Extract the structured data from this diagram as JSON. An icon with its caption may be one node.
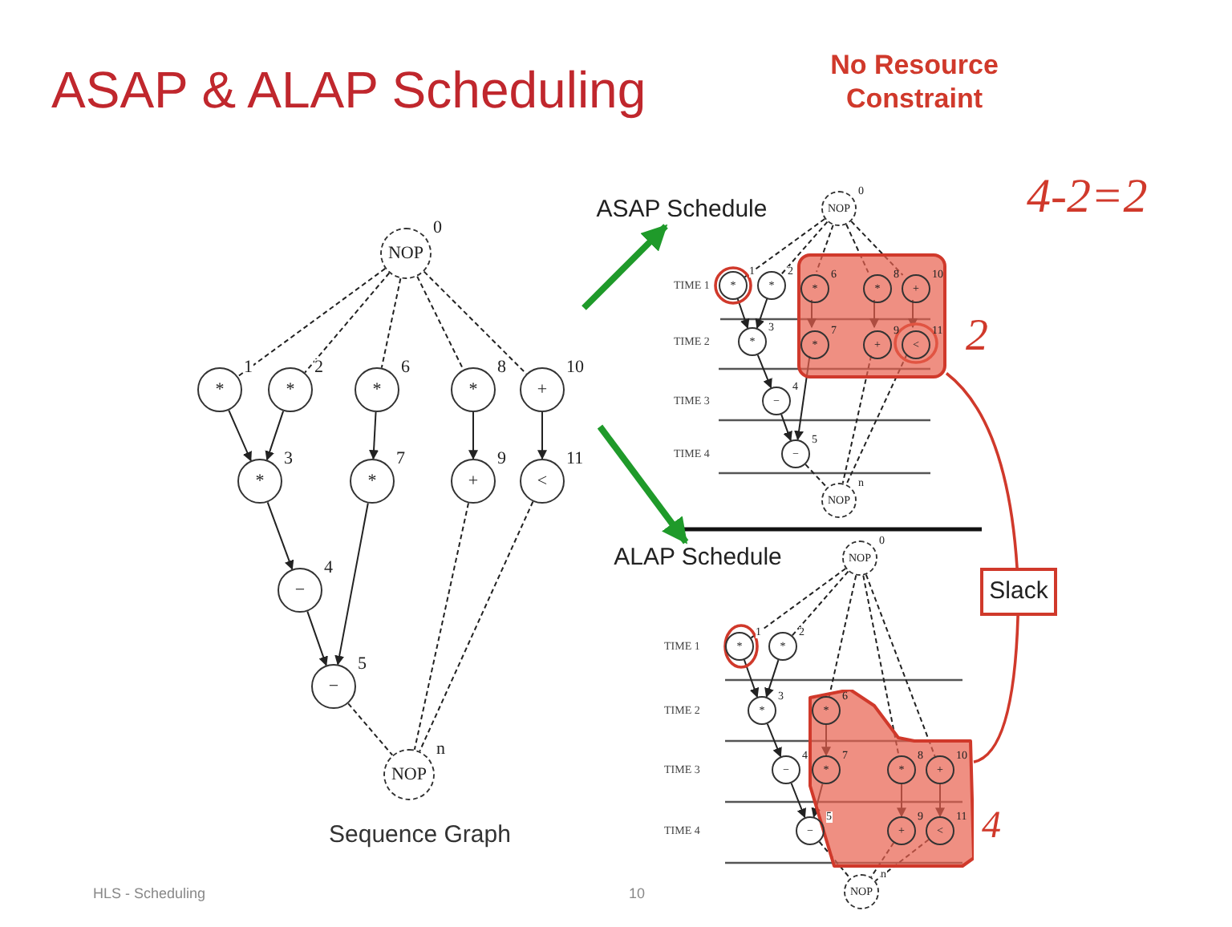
{
  "diagram": {
    "title": "ASAP & ALAP Scheduling",
    "nodes": [
      {
        "text": [
          "NOP"
        ],
        "beside": [
          "0"
        ]
      },
      {
        "text": [
          "*"
        ],
        "beside": [
          "1"
        ]
      },
      {
        "text": [
          "*"
        ],
        "beside": [
          "2"
        ]
      },
      {
        "text": [
          "*"
        ],
        "beside": [
          "6"
        ]
      },
      {
        "text": [
          "*"
        ],
        "beside": [
          "8"
        ]
      },
      {
        "text": [
          "+"
        ],
        "beside": [
          "10"
        ]
      },
      {
        "text": [
          "*"
        ],
        "beside": [
          "3"
        ]
      },
      {
        "text": [
          "*"
        ],
        "beside": [
          "7"
        ]
      },
      {
        "text": [
          "+"
        ],
        "beside": [
          "9"
        ]
      },
      {
        "text": [
          "<"
        ],
        "beside": [
          "11"
        ]
      },
      {
        "text": [
          "−"
        ],
        "beside": [
          "4"
        ]
      },
      {
        "text": [
          "−"
        ],
        "beside": [
          "5"
        ]
      },
      {
        "text": [
          "NOP"
        ],
        "beside": [
          "n"
        ]
      },
      {
        "text": [
          "ASAP Schedule"
        ]
      },
      {
        "text": [],
        "shape": "box"
      },
      {
        "text": [
          "*"
        ],
        "beside": [
          "6"
        ],
        "in": 14
      },
      {
        "text": [
          "*"
        ],
        "beside": [
          "8"
        ],
        "in": 14
      },
      {
        "text": [
          "+"
        ],
        "beside": [
          "10"
        ],
        "in": 14
      },
      {
        "text": [
          "*"
        ],
        "beside": [
          "7"
        ],
        "in": 14
      },
      {
        "text": [
          "+"
        ],
        "beside": [
          "9"
        ],
        "in": 14
      },
      {
        "text": [
          "<"
        ],
        "beside": [
          "11"
        ],
        "in": 14
      },
      {
        "text": [
          "NOP"
        ],
        "beside": [
          "0"
        ]
      },
      {
        "text": [
          "*"
        ],
        "beside": [
          "1"
        ]
      },
      {
        "text": [
          "*"
        ],
        "beside": [
          "2"
        ]
      },
      {
        "text": [
          "*"
        ],
        "beside": [
          "3"
        ]
      },
      {
        "text": [
          "−"
        ],
        "beside": [
          "4"
        ]
      },
      {
        "text": [
          "−"
        ],
        "beside": [
          "5"
        ]
      },
      {
        "text": [
          "NOP"
        ],
        "beside": [
          "n"
        ]
      },
      {
        "text": [
          "Slack"
        ]
      },
      {
        "text": [
          "ALAP Schedule"
        ]
      },
      {
        "text": [],
        "shape": "box"
      },
      {
        "text": [
          "*"
        ],
        "beside": [
          "6"
        ],
        "in": 30
      },
      {
        "text": [
          "*"
        ],
        "beside": [
          "8"
        ],
        "in": 30
      },
      {
        "text": [
          "+"
        ],
        "beside": [
          "10"
        ],
        "in": 30
      },
      {
        "text": [
          "*"
        ],
        "beside": [
          "7"
        ],
        "in": 30
      },
      {
        "text": [
          "+"
        ],
        "beside": [
          "9"
        ],
        "in": 30
      },
      {
        "text": [
          "<"
        ],
        "beside": [
          "11"
        ],
        "in": 30
      },
      {
        "text": [
          "NOP"
        ],
        "beside": [
          "0"
        ]
      },
      {
        "text": [
          "*"
        ],
        "beside": [
          "1"
        ]
      },
      {
        "text": [
          "*"
        ],
        "beside": [
          "2"
        ]
      },
      {
        "text": [
          "*"
        ],
        "beside": [
          "3"
        ]
      },
      {
        "text": [
          "−"
        ],
        "beside": [
          "4"
        ]
      },
      {
        "text": [
          "−"
        ],
        "beside": [
          "5"
        ]
      },
      {
        "text": [
          "NOP"
        ],
        "beside": [
          "n"
        ]
      }
    ],
    "edges": [
      {
        "from": 0,
        "to": 1,
        "arrow": "none",
        "style": "dashed"
      },
      {
        "from": 0,
        "to": 2,
        "arrow": "none",
        "style": "dashed"
      },
      {
        "from": 0,
        "to": 3,
        "arrow": "none",
        "style": "dashed"
      },
      {
        "from": 0,
        "to": 4,
        "arrow": "none",
        "style": "dashed"
      },
      {
        "from": 0,
        "to": 5,
        "arrow": "none",
        "style": "dashed"
      },
      {
        "from": 1,
        "to": 6,
        "arrow": "to"
      },
      {
        "from": 2,
        "to": 6,
        "arrow": "to"
      },
      {
        "from": 6,
        "to": 10,
        "arrow": "to"
      },
      {
        "from": 10,
        "to": 11,
        "arrow": "to"
      },
      {
        "from": 3,
        "to": 7,
        "arrow": "to"
      },
      {
        "from": 7,
        "to": 11,
        "arrow": "to"
      },
      {
        "from": 4,
        "to": 8,
        "arrow": "to"
      },
      {
        "from": 5,
        "to": 9,
        "arrow": "to"
      },
      {
        "from": 11,
        "to": 12,
        "arrow": "none",
        "style": "dashed"
      },
      {
        "from": 8,
        "to": 12,
        "arrow": "none",
        "style": "dashed"
      },
      {
        "from": 9,
        "to": 12,
        "arrow": "none",
        "style": "dashed"
      },
      {
        "from": 21,
        "to": 22,
        "arrow": "none",
        "style": "dashed"
      },
      {
        "from": 21,
        "to": 23,
        "arrow": "none",
        "style": "dashed"
      },
      {
        "from": 21,
        "to": 15,
        "arrow": "none",
        "style": "dashed"
      },
      {
        "from": 21,
        "to": 16,
        "arrow": "none",
        "style": "dashed"
      },
      {
        "from": 21,
        "to": 17,
        "arrow": "none",
        "style": "dashed"
      },
      {
        "from": 22,
        "to": 24,
        "arrow": "to"
      },
      {
        "from": 23,
        "to": 24,
        "arrow": "to"
      },
      {
        "from": 24,
        "to": 25,
        "arrow": "to"
      },
      {
        "from": 25,
        "to": 26,
        "arrow": "to"
      },
      {
        "from": 15,
        "to": 18,
        "arrow": "to"
      },
      {
        "from": 18,
        "to": 26,
        "arrow": "to"
      },
      {
        "from": 16,
        "to": 19,
        "arrow": "to"
      },
      {
        "from": 17,
        "to": 20,
        "arrow": "to"
      },
      {
        "from": 26,
        "to": 27,
        "arrow": "none",
        "style": "dashed"
      },
      {
        "from": 19,
        "to": 27,
        "arrow": "none",
        "style": "dashed"
      },
      {
        "from": 20,
        "to": 27,
        "arrow": "none",
        "style": "dashed"
      },
      {
        "from": 37,
        "to": 38,
        "arrow": "none",
        "style": "dashed"
      },
      {
        "from": 37,
        "to": 39,
        "arrow": "none",
        "style": "dashed"
      },
      {
        "from": 37,
        "to": 31,
        "arrow": "none",
        "style": "dashed"
      },
      {
        "from": 37,
        "to": 32,
        "arrow": "none",
        "style": "dashed"
      },
      {
        "from": 37,
        "to": 33,
        "arrow": "none",
        "style": "dashed"
      },
      {
        "from": 38,
        "to": 40,
        "arrow": "to"
      },
      {
        "from": 39,
        "to": 40,
        "arrow": "to"
      },
      {
        "from": 40,
        "to": 41,
        "arrow": "to"
      },
      {
        "from": 41,
        "to": 42,
        "arrow": "to"
      },
      {
        "from": 31,
        "to": 34,
        "arrow": "to"
      },
      {
        "from": 34,
        "to": 42,
        "arrow": "to"
      },
      {
        "from": 32,
        "to": 35,
        "arrow": "to"
      },
      {
        "from": 33,
        "to": 36,
        "arrow": "to"
      },
      {
        "from": 42,
        "to": 43,
        "arrow": "none",
        "style": "dashed"
      },
      {
        "from": 35,
        "to": 43,
        "arrow": "none",
        "style": "dashed"
      },
      {
        "from": 36,
        "to": 43,
        "arrow": "none",
        "style": "dashed"
      },
      {
        "from": null,
        "to": 13,
        "arrow": "to",
        "style": "thick",
        "color": "#1f9a2a"
      },
      {
        "from": null,
        "to": 29,
        "arrow": "to",
        "style": "thick",
        "color": "#1f9a2a"
      },
      {
        "from": 14,
        "to": 28,
        "arrow": "none",
        "color": "#d0392b"
      },
      {
        "from": 28,
        "to": 30,
        "arrow": "none",
        "color": "#d0392b"
      }
    ],
    "labels": [
      "No Resource Constraint",
      "4-2=2",
      "TIME 1",
      "TIME 2",
      "2",
      "TIME 3",
      "TIME 4",
      "TIME 1",
      "TIME 2",
      "TIME 3",
      "TIME 4",
      "4",
      "Sequence Graph",
      "HLS - Scheduling",
      "10"
    ]
  }
}
